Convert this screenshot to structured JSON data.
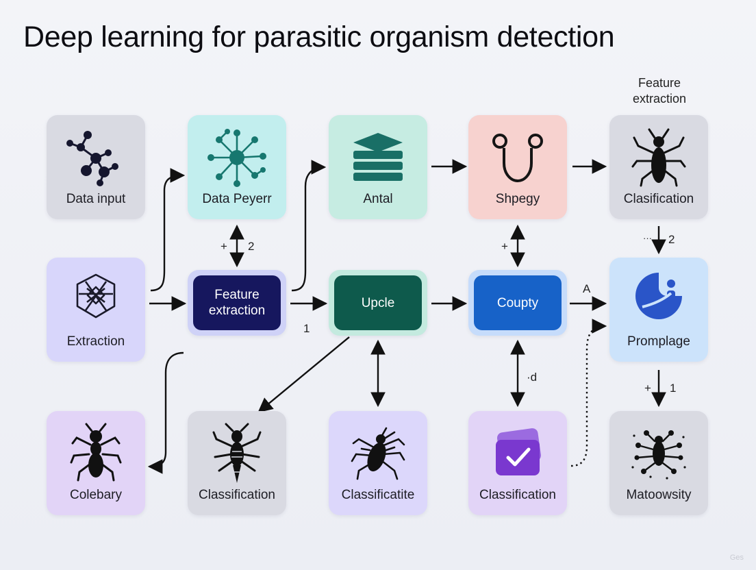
{
  "title": "Deep learning for parasitic organism detection",
  "top_note": {
    "line1": "Feature",
    "line2": "extraction"
  },
  "nodes": {
    "data_input": "Data input",
    "data_peyerr": "Data Peyerr",
    "antal": "Antal",
    "shpegy": "Shpegy",
    "clasification": "Clasification",
    "extraction": "Extraction",
    "feature_extraction": {
      "line1": "Feature",
      "line2": "extraction"
    },
    "upcle": "Upcle",
    "coupty": "Coupty",
    "promplage": "Promplage",
    "colebary": "Colebary",
    "classification_1": "Classification",
    "classificatite": "Classificatite",
    "classification_2": "Classification",
    "matoowsity": "Matoowsity"
  },
  "edge_labels": {
    "dp_plus": "+",
    "dp_num": "2",
    "fe_one": "1",
    "sh_plus": "+",
    "cl_dots": "···",
    "cl_num": "2",
    "a_label": "A",
    "d_label": "·d",
    "pr_plus": "+",
    "pr_num": "1"
  },
  "colors": {
    "gray_card": "#d9dae2",
    "teal_card": "#c2eeee",
    "mint_card": "#c6ece2",
    "peach_card": "#f7d2cf",
    "lavender_card": "#d8d6fb",
    "purple_card": "#e2d4f7",
    "violet_card": "#dcd7fb",
    "blue_card": "#cce3fb",
    "feature_box": "#16175e",
    "upcle_box": "#0e5a4c",
    "coupty_box": "#1762c8",
    "check_icon": "#7a38cf",
    "promplage_icon": "#2a55c8"
  },
  "watermark": "Ges"
}
